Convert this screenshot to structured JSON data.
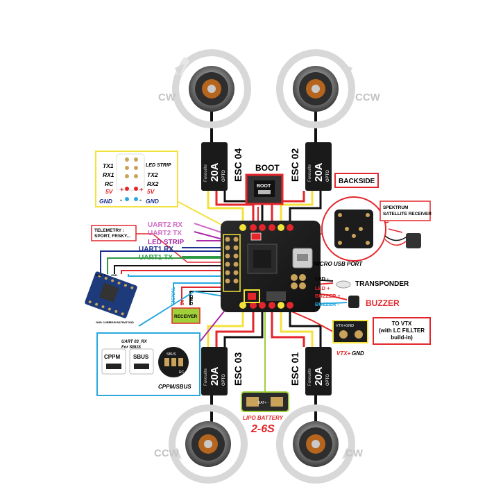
{
  "motors": {
    "top_left": "CW",
    "top_right": "CCW",
    "bottom_left": "CCW",
    "bottom_right": "CW"
  },
  "escs": {
    "esc04": "ESC 04",
    "esc02": "ESC 02",
    "esc03": "ESC 03",
    "esc01": "ESC 01",
    "rating": "20A",
    "opto": "OPTO",
    "brand": "Favourite"
  },
  "boot": {
    "title": "BOOT",
    "pad": "BOOT"
  },
  "backside": {
    "title": "BACKSIDE",
    "spektrum": "SPEKTRUM\nSATELLITE RECEIVER"
  },
  "led_strip_pins": {
    "left": [
      "TX1",
      "RX1",
      "RC",
      "5V",
      "GND"
    ],
    "right": [
      "LED STRIP",
      "TX2",
      "RX2",
      "5V",
      "GND"
    ],
    "signs": [
      "+",
      "+",
      "-",
      "-"
    ]
  },
  "telemetry": "TELEMETRY :\nSPORT, FRSKY...",
  "uart_labels": {
    "uart2_rx": "UART2 RX",
    "uart2_tx": "UART2 TX",
    "led_strip": "LED STRIP",
    "uart1_rx": "UART1 RX",
    "uart1_tx": "UART1 TX"
  },
  "micro_usb": "MICRO USB PORT",
  "transponder": {
    "led_minus": "LED -",
    "label": "TRANSPONDER"
  },
  "buzzer": {
    "led_plus": "LED +",
    "buzzer_plus": "BUZZER +",
    "buzzer_minus": "BUZZER -",
    "label": "BUZZER"
  },
  "to_vtx": {
    "title": "TO VTX\n(with LC FILLTER\nbuild-in)",
    "pad": "VTX+GND",
    "vtx_plus": "VTX+",
    "gnd": "GND"
  },
  "receiver": {
    "label": "RECEIVER",
    "signal": "SIGNAL",
    "v5": "5V",
    "gnd": "GND"
  },
  "receiver_pins_top": [
    "GTM",
    "5V",
    "GND"
  ],
  "receiver_pins_bottom": [
    "GND",
    "CURR",
    "RSSI",
    "BAT",
    "BAT",
    "GND"
  ],
  "cppm": {
    "uart": "UART 03_RX\nFor SBUS",
    "cppm": "CPPM",
    "sbus": "SBUS",
    "caption": "CPPM/SBUS",
    "pad": "SBUS",
    "pad2": "RC"
  },
  "lipo": {
    "label": "LIPO BATTERY",
    "cells": "2-6S",
    "pad": "BAT+ -"
  },
  "colors": {
    "yellow": "#f3e23a",
    "red": "#e3262b",
    "green": "#2f9a45",
    "blue": "#29a9e0",
    "navy": "#1b2f8f",
    "pink": "#d06ac5",
    "magenta": "#a82aa8",
    "lime": "#9fd03a"
  }
}
